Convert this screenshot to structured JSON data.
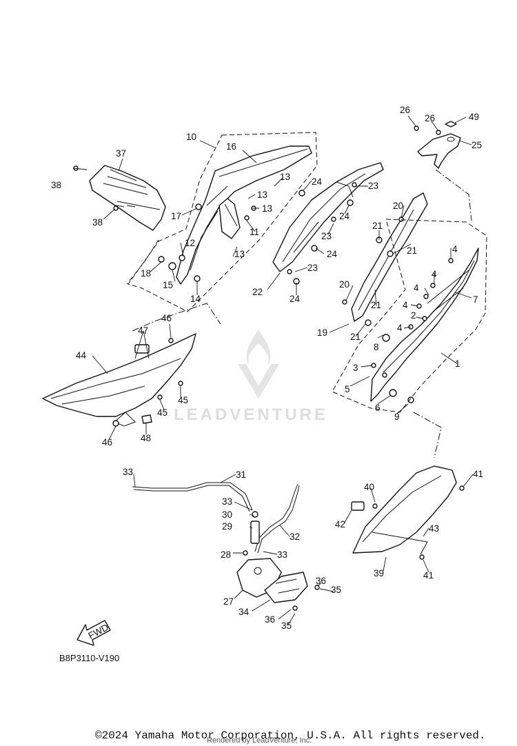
{
  "diagram": {
    "code": "B8P3110-V190",
    "fwd_label": "FWD",
    "watermark": "LEADVENTURE",
    "callouts": [
      {
        "id": "c1",
        "text": "1"
      },
      {
        "id": "c2",
        "text": "2"
      },
      {
        "id": "c3",
        "text": "3"
      },
      {
        "id": "c4a",
        "text": "4"
      },
      {
        "id": "c4b",
        "text": "4"
      },
      {
        "id": "c4c",
        "text": "4"
      },
      {
        "id": "c4d",
        "text": "4"
      },
      {
        "id": "c4e",
        "text": "4"
      },
      {
        "id": "c5",
        "text": "5"
      },
      {
        "id": "c6",
        "text": "6"
      },
      {
        "id": "c7",
        "text": "7"
      },
      {
        "id": "c8",
        "text": "8"
      },
      {
        "id": "c9",
        "text": "9"
      },
      {
        "id": "c10",
        "text": "10"
      },
      {
        "id": "c11",
        "text": "11"
      },
      {
        "id": "c12",
        "text": "12"
      },
      {
        "id": "c13a",
        "text": "13"
      },
      {
        "id": "c13b",
        "text": "13"
      },
      {
        "id": "c13c",
        "text": "13"
      },
      {
        "id": "c13d",
        "text": "13"
      },
      {
        "id": "c14",
        "text": "14"
      },
      {
        "id": "c15",
        "text": "15"
      },
      {
        "id": "c16",
        "text": "16"
      },
      {
        "id": "c17",
        "text": "17"
      },
      {
        "id": "c18",
        "text": "18"
      },
      {
        "id": "c19",
        "text": "19"
      },
      {
        "id": "c20a",
        "text": "20"
      },
      {
        "id": "c20b",
        "text": "20"
      },
      {
        "id": "c21a",
        "text": "21"
      },
      {
        "id": "c21b",
        "text": "21"
      },
      {
        "id": "c21c",
        "text": "21"
      },
      {
        "id": "c21d",
        "text": "21"
      },
      {
        "id": "c22",
        "text": "22"
      },
      {
        "id": "c23a",
        "text": "23"
      },
      {
        "id": "c23b",
        "text": "23"
      },
      {
        "id": "c23c",
        "text": "23"
      },
      {
        "id": "c24a",
        "text": "24"
      },
      {
        "id": "c24b",
        "text": "24"
      },
      {
        "id": "c24c",
        "text": "24"
      },
      {
        "id": "c24d",
        "text": "24"
      },
      {
        "id": "c25",
        "text": "25"
      },
      {
        "id": "c26a",
        "text": "26"
      },
      {
        "id": "c26b",
        "text": "26"
      },
      {
        "id": "c27",
        "text": "27"
      },
      {
        "id": "c28",
        "text": "28"
      },
      {
        "id": "c29",
        "text": "29"
      },
      {
        "id": "c30",
        "text": "30"
      },
      {
        "id": "c31",
        "text": "31"
      },
      {
        "id": "c32",
        "text": "32"
      },
      {
        "id": "c33a",
        "text": "33"
      },
      {
        "id": "c33b",
        "text": "33"
      },
      {
        "id": "c33c",
        "text": "33"
      },
      {
        "id": "c34",
        "text": "34"
      },
      {
        "id": "c35a",
        "text": "35"
      },
      {
        "id": "c35b",
        "text": "35"
      },
      {
        "id": "c36a",
        "text": "36"
      },
      {
        "id": "c36b",
        "text": "36"
      },
      {
        "id": "c37",
        "text": "37"
      },
      {
        "id": "c38a",
        "text": "38"
      },
      {
        "id": "c38b",
        "text": "38"
      },
      {
        "id": "c39",
        "text": "39"
      },
      {
        "id": "c40",
        "text": "40"
      },
      {
        "id": "c41a",
        "text": "41"
      },
      {
        "id": "c41b",
        "text": "41"
      },
      {
        "id": "c42",
        "text": "42"
      },
      {
        "id": "c43",
        "text": "43"
      },
      {
        "id": "c44",
        "text": "44"
      },
      {
        "id": "c45a",
        "text": "45"
      },
      {
        "id": "c45b",
        "text": "45"
      },
      {
        "id": "c46a",
        "text": "46"
      },
      {
        "id": "c46b",
        "text": "46"
      },
      {
        "id": "c47",
        "text": "47"
      },
      {
        "id": "c48",
        "text": "48"
      },
      {
        "id": "c49",
        "text": "49"
      }
    ]
  },
  "footer": {
    "copyright": "©2024 Yamaha Motor Corporation, U.S.A. All rights reserved.",
    "rendered_by": "Rendered by LeadVenture, Inc."
  },
  "colors": {
    "line": "#111111",
    "watermark": "#dddddd",
    "background": "#ffffff"
  }
}
